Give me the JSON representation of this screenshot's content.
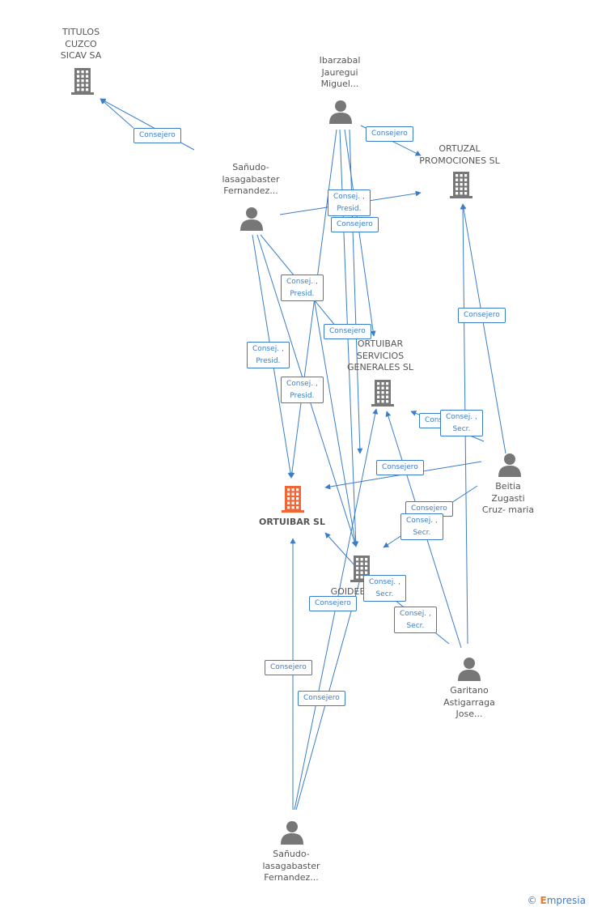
{
  "nodes": {
    "titulos": {
      "label": "TITULOS\nCUZCO\nSICAV SA",
      "kind": "company",
      "color": "#777777"
    },
    "ibarzabal": {
      "label": "Ibarzabal\nJauregui\nMiguel...",
      "kind": "person",
      "color": "#777777"
    },
    "ortuzal": {
      "label": "ORTUZAL\nPROMOCIONES SL",
      "kind": "company",
      "color": "#777777"
    },
    "sanudo1": {
      "label": "Sañudo-\nlasagabaster\nFernandez...",
      "kind": "person",
      "color": "#777777"
    },
    "servicios": {
      "label": "ORTUIBAR\nSERVICIOS\nGENERALES SL",
      "kind": "company",
      "color": "#777777"
    },
    "ortuibar": {
      "label": "ORTUIBAR SL",
      "kind": "company",
      "color": "#f26534"
    },
    "beitia": {
      "label": "Beitia\nZugasti\nCruz- maria",
      "kind": "person",
      "color": "#777777"
    },
    "goidee": {
      "label": "GOIDEE",
      "kind": "company",
      "color": "#777777"
    },
    "garitano": {
      "label": "Garitano\nAstigarraga\nJose...",
      "kind": "person",
      "color": "#777777"
    },
    "sanudo2": {
      "label": "Sañudo-\nlasagabaster\nFernandez...",
      "kind": "person",
      "color": "#777777"
    }
  },
  "badges": [
    {
      "id": "b1",
      "text": "Consejero"
    },
    {
      "id": "b2",
      "text": "Consejero"
    },
    {
      "id": "b3",
      "text": "Consej. ,\nPresid."
    },
    {
      "id": "b4",
      "text": "Consejero"
    },
    {
      "id": "b5",
      "text": "Consej. ,\nPresid."
    },
    {
      "id": "b6",
      "text": "Consejero"
    },
    {
      "id": "b7",
      "text": "Consejero"
    },
    {
      "id": "b8",
      "text": "Consej. ,\nPresid."
    },
    {
      "id": "b9",
      "text": "Consej. ,\nPresid."
    },
    {
      "id": "b10",
      "text": "Consejero"
    },
    {
      "id": "b11",
      "text": "Consej. ,\nSecr."
    },
    {
      "id": "b12",
      "text": "Consejero"
    },
    {
      "id": "b13",
      "text": "Consejero"
    },
    {
      "id": "b14",
      "text": "Consej. ,\nSecr."
    },
    {
      "id": "b15",
      "text": "Consej. ,\nSecr."
    },
    {
      "id": "b16",
      "text": "Consejero"
    },
    {
      "id": "b17",
      "text": "Consej. ,\nSecr."
    },
    {
      "id": "b18",
      "text": "Consejero"
    },
    {
      "id": "b19",
      "text": "Consejero"
    }
  ],
  "footer": {
    "copyright": "©",
    "brand_initial": "E",
    "brand_rest": "mpresia"
  },
  "colors": {
    "edge": "#3a7dc9",
    "node": "#777777",
    "focus": "#f26534"
  }
}
